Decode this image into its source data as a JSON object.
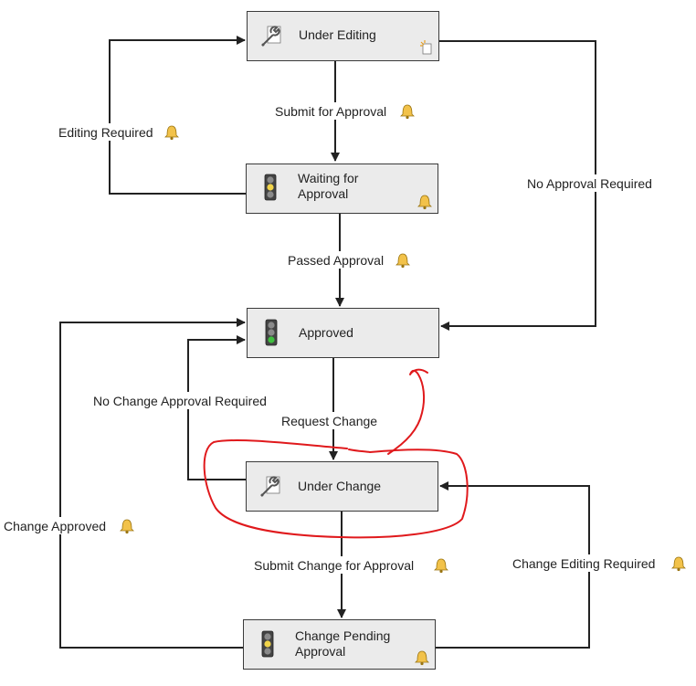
{
  "colors": {
    "node_fill": "#ebebeb",
    "node_border": "#3a3a3a",
    "connector": "#222222",
    "bell": "#f2c24a",
    "light_yellow": "#f1d44a",
    "light_green": "#3fbf3f",
    "light_off": "#8a8a8a",
    "annotation": "#e0191c"
  },
  "nodes": {
    "under_editing": {
      "line1": "Under Editing",
      "line2": "",
      "icon": "wrench-icon",
      "corner_icon": "new-document-icon"
    },
    "waiting": {
      "line1": "Waiting for",
      "line2": "Approval",
      "icon": "traffic-light-yellow-icon",
      "corner_icon": "bell-icon"
    },
    "approved": {
      "line1": "Approved",
      "line2": "",
      "icon": "traffic-light-green-icon",
      "corner_icon": ""
    },
    "under_change": {
      "line1": "Under Change",
      "line2": "",
      "icon": "wrench-icon",
      "corner_icon": ""
    },
    "change_pending": {
      "line1": "Change Pending",
      "line2": "Approval",
      "icon": "traffic-light-yellow-icon",
      "corner_icon": "bell-icon"
    }
  },
  "edges": {
    "submit_for_approval": {
      "label": "Submit for Approval",
      "has_bell": true
    },
    "editing_required": {
      "label": "Editing Required",
      "has_bell": true
    },
    "no_approval_required": {
      "label": "No Approval Required",
      "has_bell": false
    },
    "passed_approval": {
      "label": "Passed Approval",
      "has_bell": true
    },
    "no_change_approval_required": {
      "label": "No Change Approval Required",
      "has_bell": false
    },
    "request_change": {
      "label": "Request Change",
      "has_bell": false
    },
    "change_approved": {
      "label": "Change Approved",
      "has_bell": true
    },
    "submit_change_for_approval": {
      "label": "Submit Change for Approval",
      "has_bell": true
    },
    "change_editing_required": {
      "label": "Change Editing Required",
      "has_bell": true
    }
  },
  "annotation": {
    "description": "red-hand-drawn-circle-around-under-change"
  }
}
